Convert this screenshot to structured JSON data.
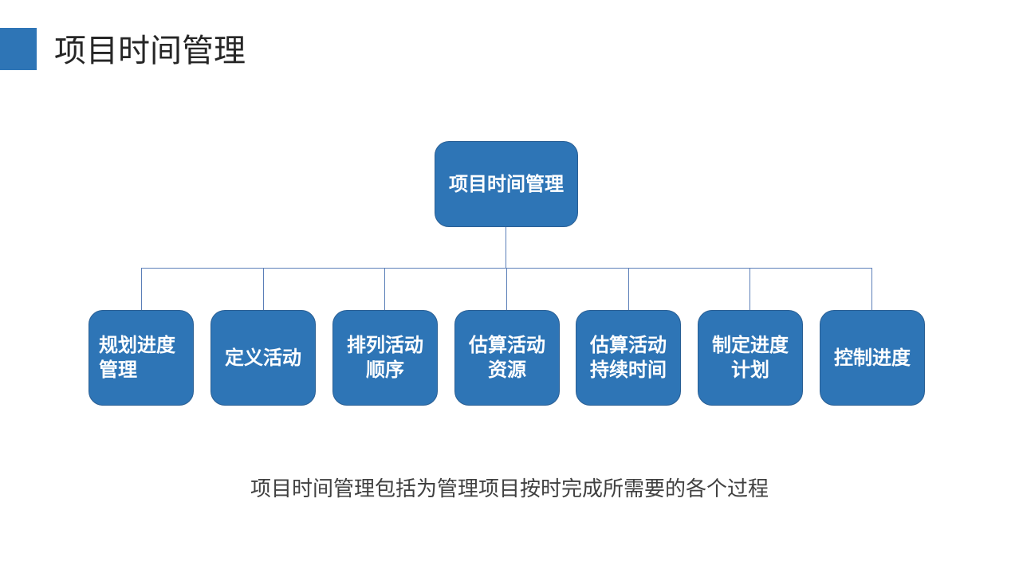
{
  "slide": {
    "title": "项目时间管理",
    "caption": "项目时间管理包括为管理项目按时完成所需要的各个过程"
  },
  "diagram": {
    "root": {
      "label": "项目时间管理"
    },
    "children": [
      {
        "label": "规划进度管理"
      },
      {
        "label": "定义活动"
      },
      {
        "label": "排列活动顺序"
      },
      {
        "label": "估算活动资源"
      },
      {
        "label": "估算活动持续时间"
      },
      {
        "label": "制定进度计划"
      },
      {
        "label": "控制进度"
      }
    ]
  },
  "colors": {
    "accent": "#2e75b6",
    "node_fill": "#2e75b6",
    "connector": "#5b7fb8",
    "title_text": "#262626",
    "caption_text": "#404040"
  }
}
